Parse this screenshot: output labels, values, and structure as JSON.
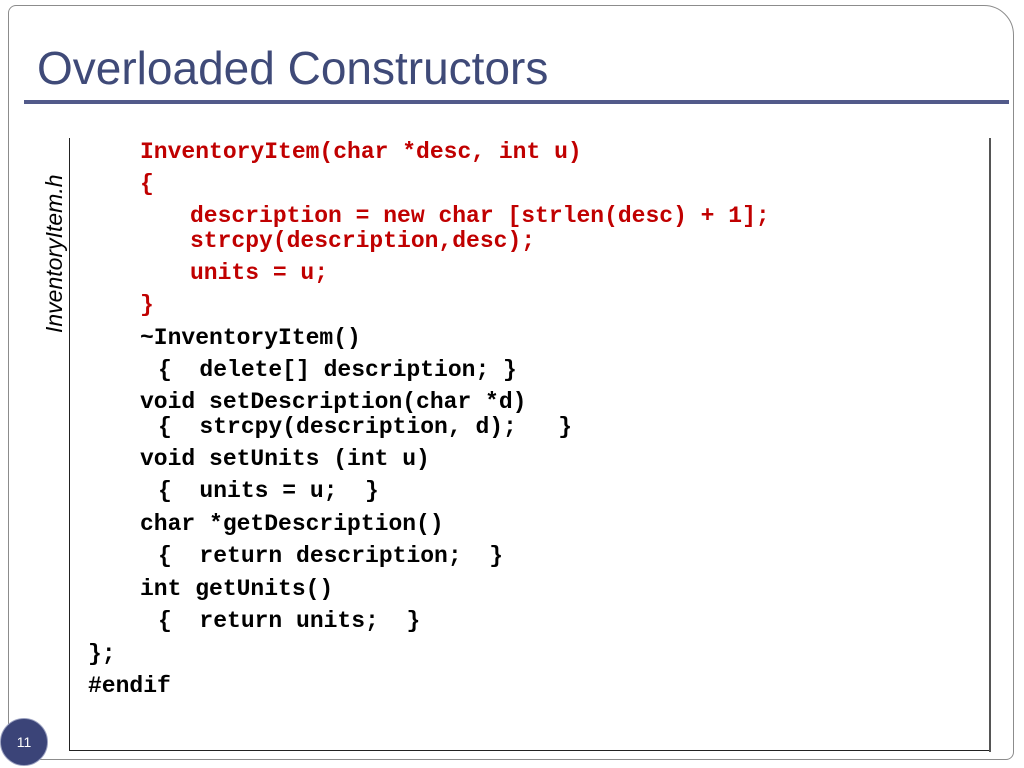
{
  "slide": {
    "title": "Overloaded Constructors",
    "side_label": "InventoryItem.h",
    "page_number": "11"
  },
  "code": {
    "lines": [
      "InventoryItem(char *desc, int u)",
      "{",
      "description = new char [strlen(desc) + 1];",
      "strcpy(description,desc);",
      "units = u;",
      "}",
      "~InventoryItem()",
      "{  delete[] description; }",
      "void setDescription(char *d)",
      "{  strcpy(description, d);   }",
      "void setUnits (int u)",
      "{  units = u;  }",
      "char *getDescription()",
      "{  return description;  }",
      "int getUnits()",
      "{  return units;  }",
      "};",
      "#endif"
    ],
    "highlight_color": "#c00000"
  }
}
